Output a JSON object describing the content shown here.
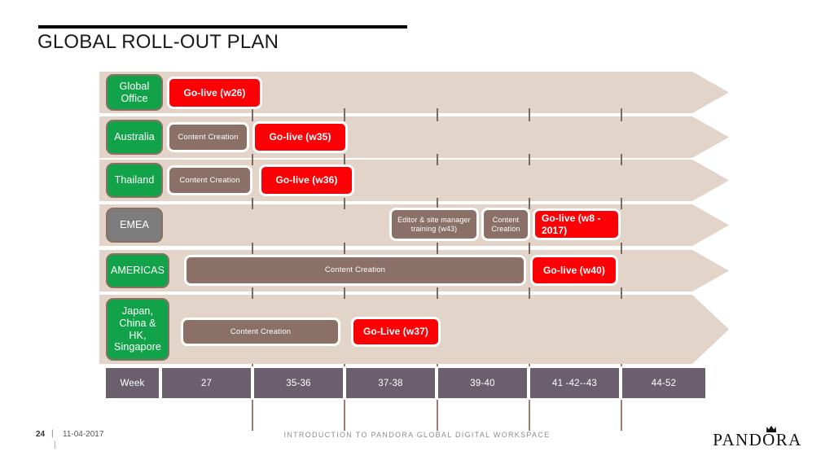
{
  "slide": {
    "title": "GLOBAL ROLL-OUT PLAN",
    "background": "#ffffff",
    "accent_band": "#e3d4c9",
    "accent_green": "#12a24a",
    "accent_grey": "#7d7d7d",
    "accent_red": "#fc0006",
    "accent_brown": "#8a7066",
    "accent_week": "#6b5f6e"
  },
  "chart_data": {
    "type": "table",
    "title": "GLOBAL ROLL-OUT PLAN",
    "xlabel": "Week",
    "ylabel": "",
    "legend_position": "none",
    "grid": true,
    "categories": [
      "Week",
      "27",
      "35-36",
      "37-38",
      "39-40",
      "41 -42--43",
      "44-52"
    ],
    "rows": [
      {
        "label": "Global Office",
        "label_color": "#12a24a",
        "tasks": [
          {
            "text": "Go-live (w26)",
            "kind": "golive",
            "color": "#fc0006"
          }
        ]
      },
      {
        "label": "Australia",
        "label_color": "#12a24a",
        "tasks": [
          {
            "text": "Content Creation",
            "kind": "content",
            "color": "#8a7066"
          },
          {
            "text": "Go-live  (w35)",
            "kind": "golive",
            "color": "#fc0006"
          }
        ]
      },
      {
        "label": "Thailand",
        "label_color": "#12a24a",
        "tasks": [
          {
            "text": "Content Creation",
            "kind": "content",
            "color": "#8a7066"
          },
          {
            "text": "Go-live (w36)",
            "kind": "golive",
            "color": "#fc0006"
          }
        ]
      },
      {
        "label": "EMEA",
        "label_color": "#7d7d7d",
        "tasks": [
          {
            "text": "Editor & site manager training (w43)",
            "kind": "content",
            "color": "#8a7066"
          },
          {
            "text": "Content Creation",
            "kind": "content",
            "color": "#8a7066"
          },
          {
            "text": "Go-live (w8 - 2017)",
            "kind": "golive",
            "color": "#fc0006"
          }
        ]
      },
      {
        "label": "AMERICAS",
        "label_color": "#12a24a",
        "tasks": [
          {
            "text": "Content Creation",
            "kind": "content",
            "color": "#8a7066"
          },
          {
            "text": "Go-live (w40)",
            "kind": "golive",
            "color": "#fc0006"
          }
        ]
      },
      {
        "label": "Japan, China & HK, Singapore",
        "label_color": "#12a24a",
        "tasks": [
          {
            "text": "Content Creation",
            "kind": "content",
            "color": "#8a7066"
          },
          {
            "text": "Go-Live (w37)",
            "kind": "golive",
            "color": "#fc0006"
          }
        ]
      }
    ]
  },
  "rows": [
    {
      "label": "Global Office"
    },
    {
      "label": "Australia"
    },
    {
      "label": "Thailand"
    },
    {
      "label": "EMEA"
    },
    {
      "label": "AMERICAS"
    },
    {
      "label": "Japan,\nChina &\nHK,\nSingapore"
    }
  ],
  "tasks": {
    "global_golive": "Go-live (w26)",
    "australia_content": "Content Creation",
    "australia_golive": "Go-live  (w35)",
    "thailand_content": "Content Creation",
    "thailand_golive": "Go-live (w36)",
    "emea_training": "Editor & site manager training (w43)",
    "emea_content": "Content\nCreation",
    "emea_golive": "Go-live (w8 - 2017)",
    "americas_content": "Content Creation",
    "americas_golive": "Go-live (w40)",
    "apac_content": "Content Creation",
    "apac_golive": "Go-Live (w37)"
  },
  "week_bar": {
    "header": "Week",
    "cells": [
      "27",
      "35-36",
      "37-38",
      "39-40",
      "41 -42--43",
      "44-52"
    ]
  },
  "footer": {
    "page_number": "24",
    "separator": "|",
    "date": "11-04-2017",
    "tick": "|",
    "center_text": "INTRODUCTION TO PANDORA GLOBAL DIGITAL WORKSPACE",
    "logo_text": "PANDORA"
  }
}
